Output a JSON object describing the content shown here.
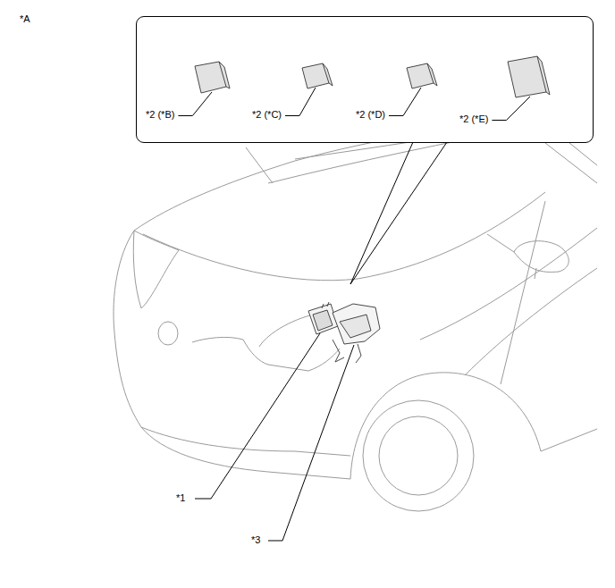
{
  "diagram": {
    "nodes": [
      {
        "text": [
          "*2 (*B)",
          "*2 (*C)",
          "*2 (*D)",
          "*2 (*E)"
        ]
      }
    ],
    "labels": [
      "*A",
      "*1",
      "*3"
    ]
  }
}
